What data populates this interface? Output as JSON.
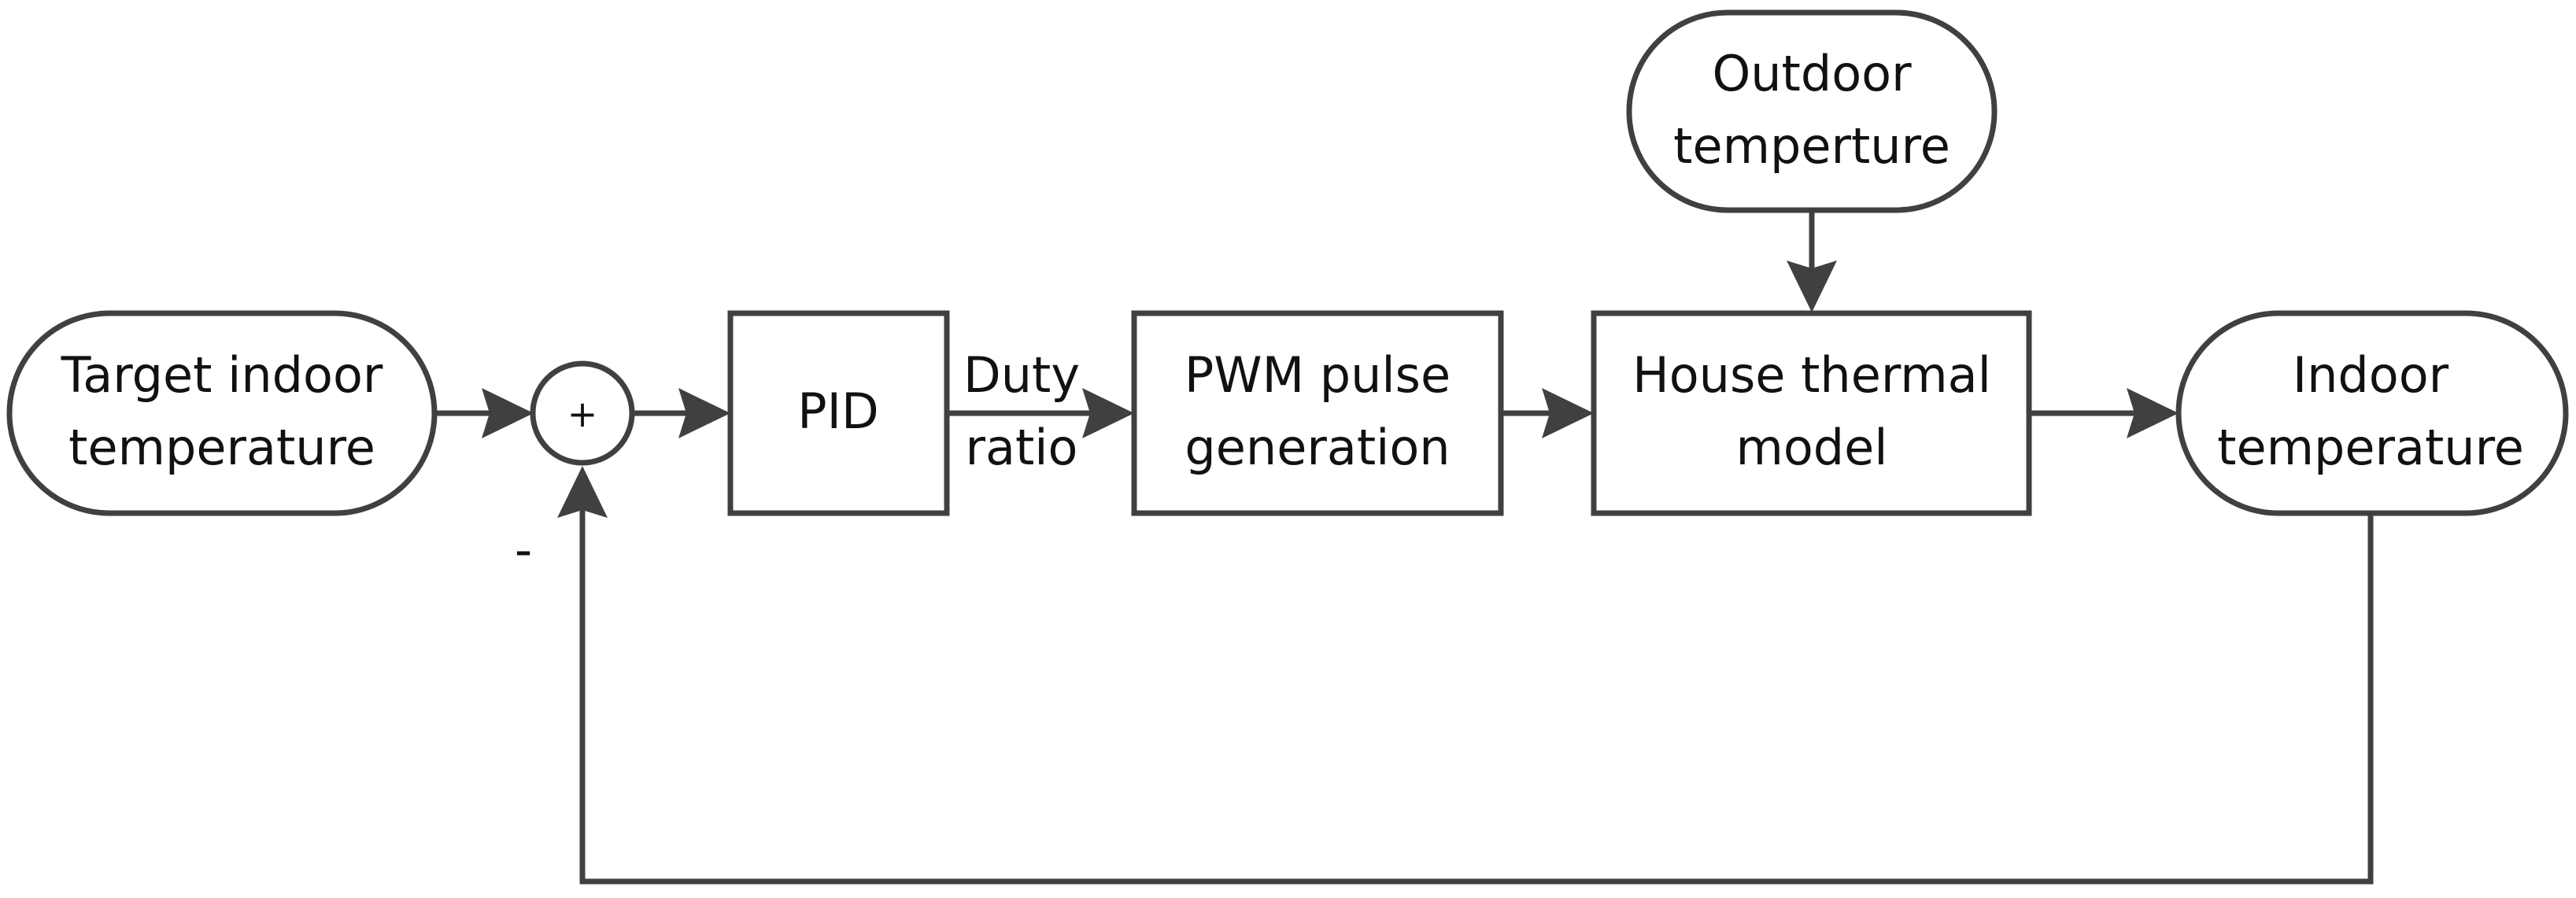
{
  "nodes": {
    "target": {
      "line1": "Target indoor",
      "line2": "temperature"
    },
    "summing_junction": {
      "symbol": "+",
      "feedback_sign": "-"
    },
    "pid": {
      "label": "PID"
    },
    "signal_duty_ratio": {
      "line1": "Duty",
      "line2": "ratio"
    },
    "pwm": {
      "line1": "PWM pulse",
      "line2": "generation"
    },
    "house": {
      "line1": "House thermal",
      "line2": "model"
    },
    "outdoor": {
      "line1": "Outdoor",
      "line2": "temperture"
    },
    "indoor": {
      "line1": "Indoor",
      "line2": "temperature"
    }
  },
  "colors": {
    "stroke": "#404040",
    "text": "#111111",
    "background": "#ffffff"
  }
}
